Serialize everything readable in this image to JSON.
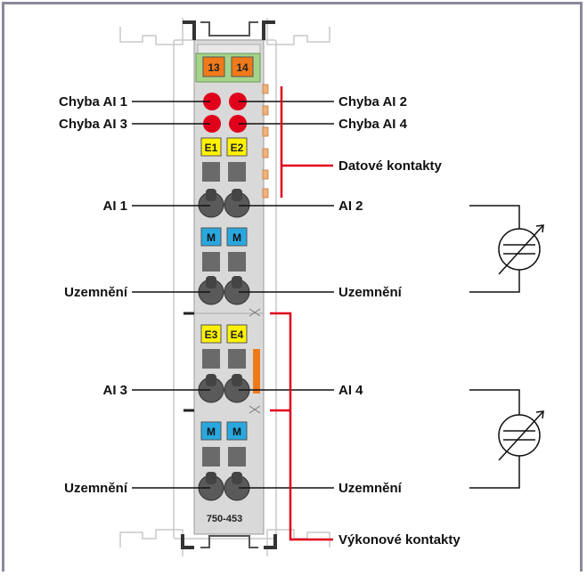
{
  "module": {
    "model": "750-453",
    "top_tags": [
      "13",
      "14"
    ],
    "tags_pair1": [
      "E1",
      "E2"
    ],
    "tags_m1": [
      "M",
      "M"
    ],
    "tags_pair2": [
      "E3",
      "E4"
    ],
    "tags_m2": [
      "M",
      "M"
    ]
  },
  "labels": {
    "error_ai1": "Chyba AI 1",
    "error_ai2": "Chyba AI 2",
    "error_ai3": "Chyba AI 3",
    "error_ai4": "Chyba AI 4",
    "data_contacts": "Datové kontakty",
    "ai1": "AI 1",
    "ai2": "AI 2",
    "ground_1_left": "Uzemnění",
    "ground_1_right": "Uzemnění",
    "ai3": "AI 3",
    "ai4": "AI 4",
    "ground_2_left": "Uzemnění",
    "ground_2_right": "Uzemnění",
    "power_contacts": "Výkonové kontakty"
  },
  "colors": {
    "module_body": "#d9d9d9",
    "led_red": "#e0001a",
    "tag_orange": "#f07a1a",
    "tag_yellow": "#fff200",
    "tag_blue": "#29a8e0",
    "leader_red": "#e0001a",
    "data_contact_orange": "#f3b27a"
  }
}
